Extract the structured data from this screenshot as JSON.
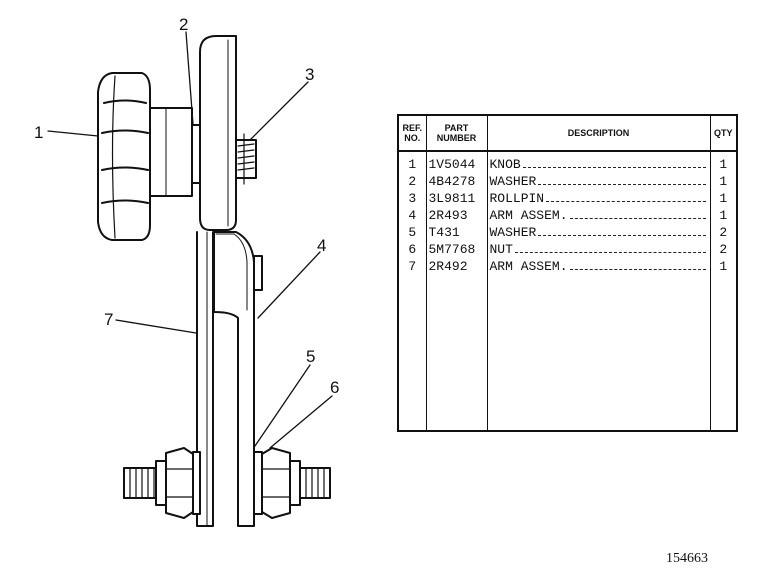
{
  "callouts": [
    "1",
    "2",
    "3",
    "4",
    "5",
    "6",
    "7"
  ],
  "table": {
    "headers": {
      "ref": [
        "REF.",
        "NO."
      ],
      "part": [
        "PART",
        "NUMBER"
      ],
      "description": "DESCRIPTION",
      "qty": "QTY"
    },
    "rows": [
      {
        "ref": "1",
        "part": "1V5044",
        "description": "KNOB",
        "qty": "1"
      },
      {
        "ref": "2",
        "part": "4B4278",
        "description": "WASHER",
        "qty": "1"
      },
      {
        "ref": "3",
        "part": "3L9811",
        "description": "ROLLPIN",
        "qty": "1"
      },
      {
        "ref": "4",
        "part": "2R493",
        "description": "ARM ASSEM.",
        "qty": "1"
      },
      {
        "ref": "5",
        "part": "T431",
        "description": "WASHER",
        "qty": "2"
      },
      {
        "ref": "6",
        "part": "5M7768",
        "description": "NUT",
        "qty": "2"
      },
      {
        "ref": "7",
        "part": "2R492",
        "description": "ARM ASSEM.",
        "qty": "1"
      }
    ]
  },
  "drawing_number": "154663"
}
